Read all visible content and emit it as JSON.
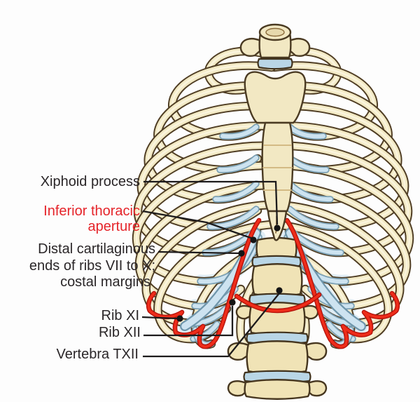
{
  "labels": {
    "xiphoid": "Xiphoid process",
    "aperture_line1": "Inferior thoracic",
    "aperture_line2": "aperture",
    "distal_line1": "Distal cartilaginous",
    "distal_line2": "ends of ribs VII to X;",
    "distal_line3": "costal margins",
    "rib_xi": "Rib XI",
    "rib_xii": "Rib XII",
    "vertebra": "Vertebra TXII"
  },
  "colors": {
    "background": "#fdfdfd",
    "bone_fill": "#f2e8c3",
    "bone_outline": "#4a3a22",
    "cartilage_fill": "#cde3f0",
    "cartilage_outline": "#7ba0b4",
    "intervertebral_disc": "#b9d6e6",
    "aperture_red": "#ee2d1a",
    "label_black": "#2a2628",
    "label_red": "#e5242a",
    "leader_line": "#1d1b1c"
  }
}
